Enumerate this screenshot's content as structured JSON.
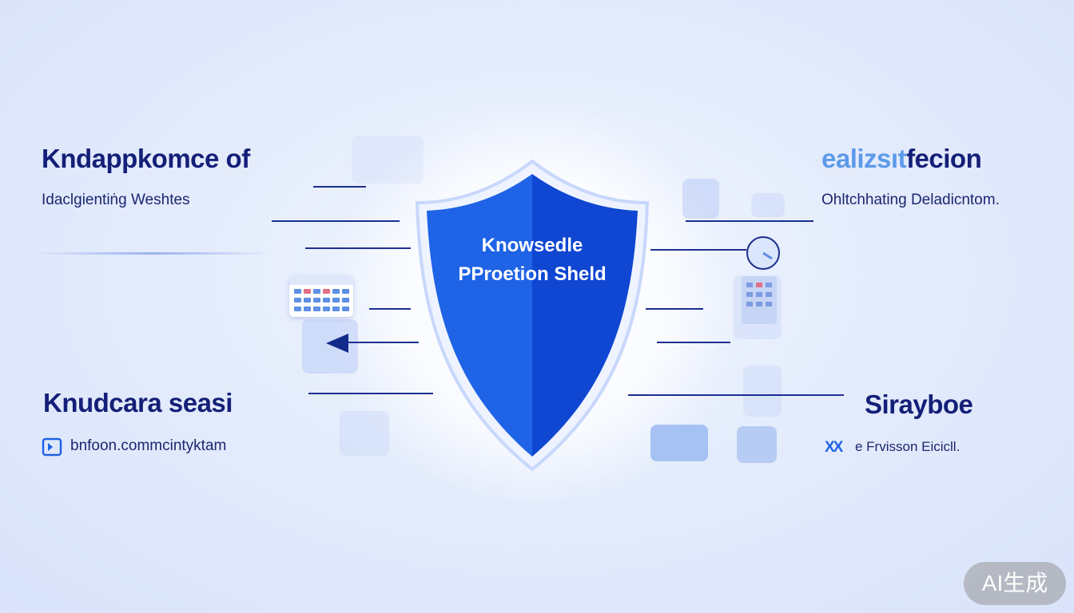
{
  "center": {
    "shield_line1": "Knowsedle",
    "shield_line2": "PProetion Sheld"
  },
  "left_top": {
    "title": "Kndappkomce of",
    "subtitle": "Idaclgientiṅg Weshtes"
  },
  "left_bottom": {
    "title": "Knudcara seasi",
    "subtitle": "bnfoon.commcintyktam"
  },
  "right_top": {
    "title_accent": "ealizsıt",
    "title_main": "fecion",
    "subtitle": "Ohltchhating Deladicntom."
  },
  "right_bottom": {
    "title": "Sirayboe",
    "icon_text": "XX",
    "subtitle": "e Frvisson Eicicll."
  },
  "watermark": {
    "label": "AI生成"
  },
  "colors": {
    "shield_blue": "#1f63e6",
    "shield_blue_dark": "#0f46d2",
    "heading_navy": "#141f78",
    "accent_blue": "#5d9ae9",
    "line_navy": "#1d2f8f"
  }
}
